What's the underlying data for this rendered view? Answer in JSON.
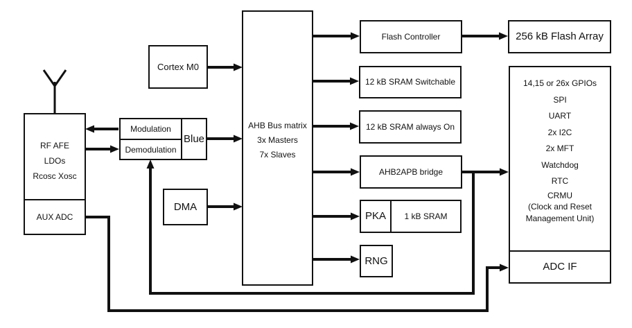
{
  "colors": {
    "ink": "#111111",
    "background": "#ffffff"
  },
  "blocks": {
    "rf_afe": {
      "lines": [
        "RF AFE",
        "LDOs",
        "Rcosc Xosc"
      ]
    },
    "aux_adc": {
      "label": "AUX ADC"
    },
    "modulation": {
      "label": "Modulation"
    },
    "demodulation": {
      "label": "Demodulation"
    },
    "blue": {
      "label": "Blue"
    },
    "cortex_m0": {
      "label": "Cortex M0"
    },
    "dma": {
      "label": "DMA"
    },
    "ahb_matrix": {
      "lines": [
        "AHB Bus matrix",
        "3x Masters",
        "7x Slaves"
      ]
    },
    "flash_controller": {
      "label": "Flash Controller"
    },
    "flash_array": {
      "label": "256 kB Flash Array"
    },
    "sram_switchable": {
      "label": "12 kB SRAM Switchable"
    },
    "sram_always_on": {
      "label": "12 kB SRAM always On"
    },
    "ahb2apb_bridge": {
      "label": "AHB2APB bridge"
    },
    "pka": {
      "label": "PKA"
    },
    "pka_sram": {
      "label": "1 kB SRAM"
    },
    "rng": {
      "label": "RNG"
    },
    "peripherals": {
      "lines": [
        "14,15 or 26x GPIOs",
        "SPI",
        "UART",
        "2x I2C",
        "2x MFT",
        "Watchdog",
        "RTC",
        "CRMU",
        "(Clock and Reset",
        "Management Unit)"
      ]
    },
    "adc_if": {
      "label": "ADC IF"
    }
  }
}
